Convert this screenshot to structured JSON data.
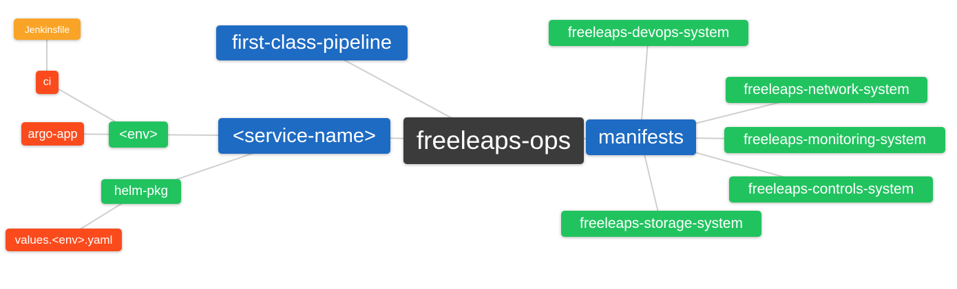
{
  "diagram": {
    "type": "mindmap",
    "root": "freeleaps-ops",
    "palette": {
      "blue": "#1e6bc3",
      "green": "#21c35f",
      "red": "#fb4b1d",
      "amber": "#f9a426",
      "dark": "#3b3b3b",
      "connector_line": "#cfcfcf",
      "text": "#ffffff",
      "background": "#ffffff"
    },
    "nodes": {
      "jenkinsfile": {
        "label": "Jenkinsfile",
        "color": "amber"
      },
      "ci": {
        "label": "ci",
        "color": "red"
      },
      "argo_app": {
        "label": "argo-app",
        "color": "red"
      },
      "env": {
        "label": "<env>",
        "color": "green"
      },
      "first_class_pipeline": {
        "label": "first-class-pipeline",
        "color": "blue"
      },
      "service_name": {
        "label": "<service-name>",
        "color": "blue"
      },
      "freeleaps_ops": {
        "label": "freeleaps-ops",
        "color": "dark"
      },
      "manifests": {
        "label": "manifests",
        "color": "blue"
      },
      "helm_pkg": {
        "label": "helm-pkg",
        "color": "green"
      },
      "values_env_yaml": {
        "label": "values.<env>.yaml",
        "color": "red"
      },
      "devops_system": {
        "label": "freeleaps-devops-system",
        "color": "green"
      },
      "network_system": {
        "label": "freeleaps-network-system",
        "color": "green"
      },
      "monitoring_system": {
        "label": "freeleaps-monitoring-system",
        "color": "green"
      },
      "controls_system": {
        "label": "freeleaps-controls-system",
        "color": "green"
      },
      "storage_system": {
        "label": "freeleaps-storage-system",
        "color": "green"
      }
    },
    "edges": [
      [
        "jenkinsfile",
        "ci"
      ],
      [
        "ci",
        "env"
      ],
      [
        "argo_app",
        "env"
      ],
      [
        "env",
        "service_name"
      ],
      [
        "helm_pkg",
        "service_name"
      ],
      [
        "values_env_yaml",
        "helm_pkg"
      ],
      [
        "service_name",
        "freeleaps_ops"
      ],
      [
        "first_class_pipeline",
        "freeleaps_ops"
      ],
      [
        "freeleaps_ops",
        "manifests"
      ],
      [
        "manifests",
        "devops_system"
      ],
      [
        "manifests",
        "network_system"
      ],
      [
        "manifests",
        "monitoring_system"
      ],
      [
        "manifests",
        "controls_system"
      ],
      [
        "manifests",
        "storage_system"
      ]
    ]
  }
}
